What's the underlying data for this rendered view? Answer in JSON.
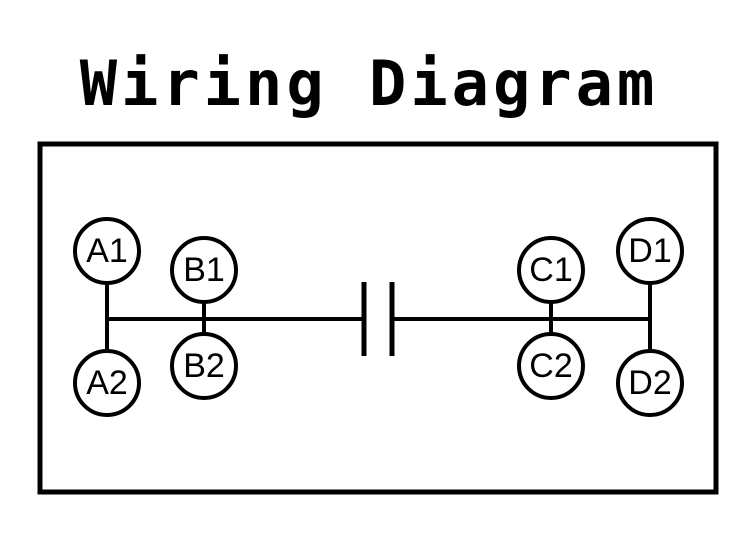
{
  "title": "Wiring Diagram",
  "terminals": {
    "a1": "A1",
    "a2": "A2",
    "b1": "B1",
    "b2": "B2",
    "c1": "C1",
    "c2": "C2",
    "d1": "D1",
    "d2": "D2"
  },
  "colors": {
    "stroke": "#000000",
    "background": "#ffffff"
  }
}
